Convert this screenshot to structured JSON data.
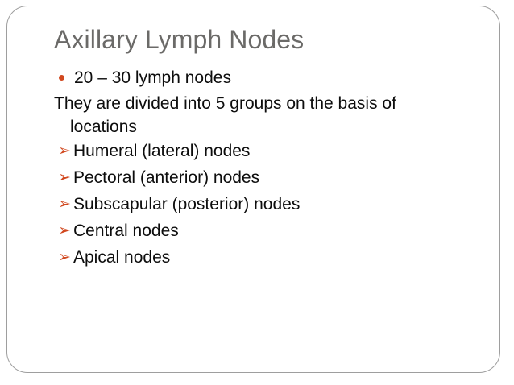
{
  "slide": {
    "title": "Axillary Lymph Nodes",
    "title_color": "#6b6a68",
    "bullet_color": "#d1481f",
    "text_color": "#0d0d0d",
    "background_color": "#ffffff",
    "border_color": "#9e9e9e",
    "body": [
      {
        "marker": "dot",
        "marker_glyph": "•",
        "text": "20 – 30 lymph nodes"
      },
      {
        "marker": "none",
        "marker_glyph": "",
        "text": "They are divided into 5 groups on the basis of",
        "text_wrapped": "locations"
      },
      {
        "marker": "arrow",
        "marker_glyph": "➢",
        "text": "Humeral (lateral) nodes"
      },
      {
        "marker": "arrow",
        "marker_glyph": "➢",
        "text": "Pectoral (anterior) nodes"
      },
      {
        "marker": "arrow",
        "marker_glyph": "➢",
        "text": "Subscapular (posterior) nodes"
      },
      {
        "marker": "arrow",
        "marker_glyph": "➢",
        "text": "Central nodes"
      },
      {
        "marker": "arrow",
        "marker_glyph": "➢",
        "text": "Apical nodes"
      }
    ]
  }
}
